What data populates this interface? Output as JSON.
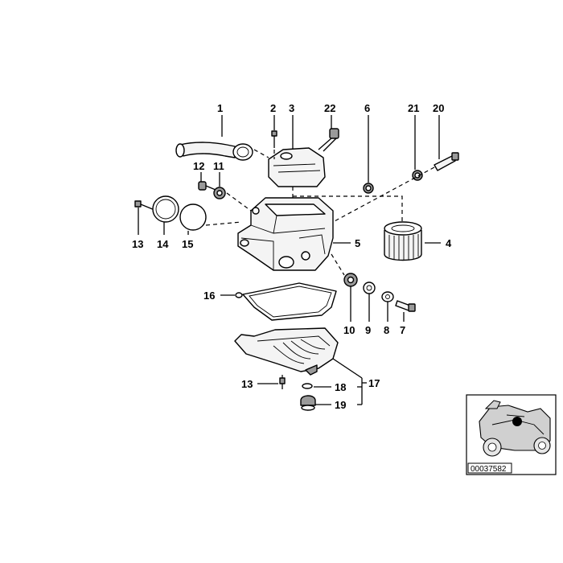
{
  "callouts": {
    "c1": "1",
    "c2": "2",
    "c3": "3",
    "c22": "22",
    "c6": "6",
    "c21": "21",
    "c20": "20",
    "c12": "12",
    "c11": "11",
    "c13a": "13",
    "c14": "14",
    "c15": "15",
    "c5": "5",
    "c4": "4",
    "c16": "16",
    "c10": "10",
    "c9": "9",
    "c8": "8",
    "c7": "7",
    "c13b": "13",
    "c18": "18",
    "c17": "17",
    "c19": "19"
  },
  "inset": {
    "reference_number": "00037582"
  },
  "colors": {
    "line": "#000000",
    "inset_bike": "#d0d0d0",
    "inset_marker": "#000000"
  }
}
